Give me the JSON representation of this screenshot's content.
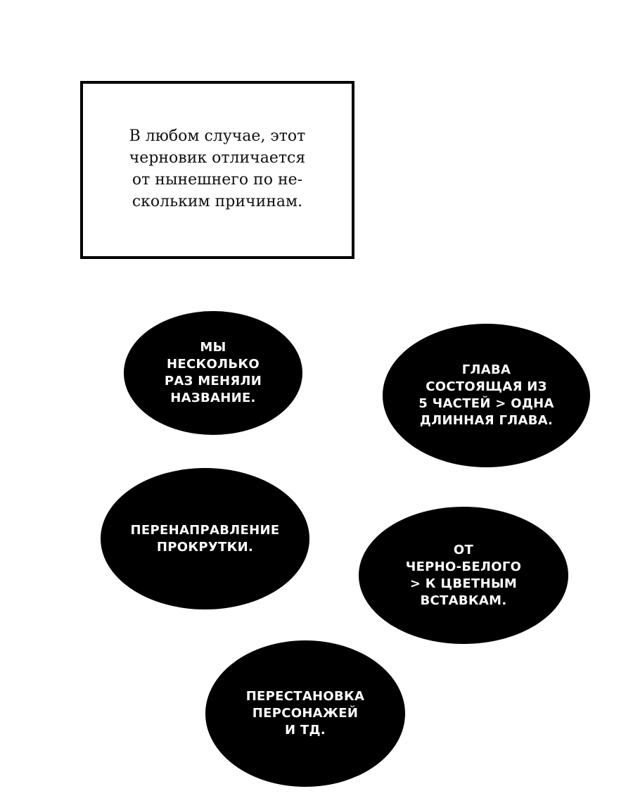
{
  "narration": {
    "lines": [
      "В любом случае, этот",
      "черновик отличается",
      "от нынешнего по не-",
      "скольким причинам."
    ]
  },
  "bubbles": [
    {
      "lines": [
        "МЫ",
        "НЕСКОЛЬКО",
        "РАЗ МЕНЯЛИ",
        "НАЗВАНИЕ."
      ]
    },
    {
      "lines": [
        "ГЛАВА",
        "СОСТОЯЩАЯ ИЗ",
        "5 ЧАСТЕЙ > ОДНА",
        "ДЛИННАЯ ГЛАВА."
      ]
    },
    {
      "lines": [
        "ПЕРЕНАПРАВЛЕНИЕ",
        "ПРОКРУТКИ."
      ]
    },
    {
      "lines": [
        "ОТ",
        "ЧЕРНО-БЕЛОГО",
        "> К ЦВЕТНЫМ",
        "ВСТАВКАМ."
      ]
    },
    {
      "lines": [
        "ПЕРЕСТАНОВКА",
        "ПЕРСОНАЖЕЙ",
        "И ТД."
      ]
    }
  ]
}
